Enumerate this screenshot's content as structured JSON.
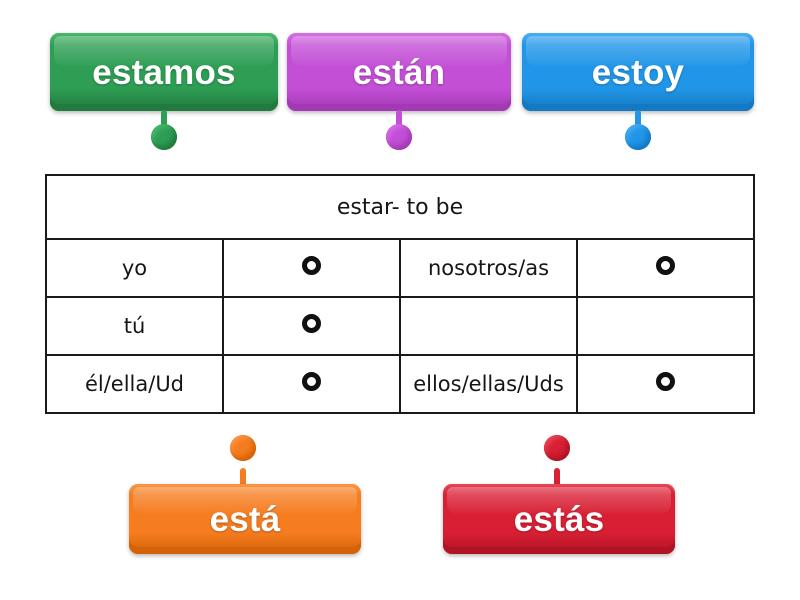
{
  "activity": {
    "type": "labelled-diagram",
    "title": "estar- to be"
  },
  "table": {
    "title": "estar- to be",
    "rows": [
      {
        "subject_left": "yo",
        "dot_left": "drop-target-dot",
        "subject_right": "nosotros/as",
        "dot_right": "drop-target-dot"
      },
      {
        "subject_left": "tú",
        "dot_left": "drop-target-dot",
        "subject_right": "",
        "dot_right": ""
      },
      {
        "subject_left": "él/ella/Ud",
        "dot_left": "drop-target-dot",
        "subject_right": "ellos/ellas/Uds",
        "dot_right": "drop-target-dot"
      }
    ]
  },
  "labels": [
    {
      "id": "estamos",
      "text": "estamos",
      "color": "#2e9e54",
      "color_dark": "#217a3e",
      "color_light": "#47b86a",
      "pin": "below"
    },
    {
      "id": "estan",
      "text": "están",
      "color": "#c34fd6",
      "color_dark": "#a339b4",
      "color_light": "#d46ce3",
      "pin": "below"
    },
    {
      "id": "estoy",
      "text": "estoy",
      "color": "#2196e8",
      "color_dark": "#1478c2",
      "color_light": "#47abf0",
      "pin": "below"
    },
    {
      "id": "esta",
      "text": "está",
      "color": "#f57c1f",
      "color_dark": "#d46207",
      "color_light": "#fb9442",
      "pin": "above"
    },
    {
      "id": "estas",
      "text": "estás",
      "color": "#d81f33",
      "color_dark": "#b01324",
      "color_light": "#e64455",
      "pin": "above"
    }
  ]
}
